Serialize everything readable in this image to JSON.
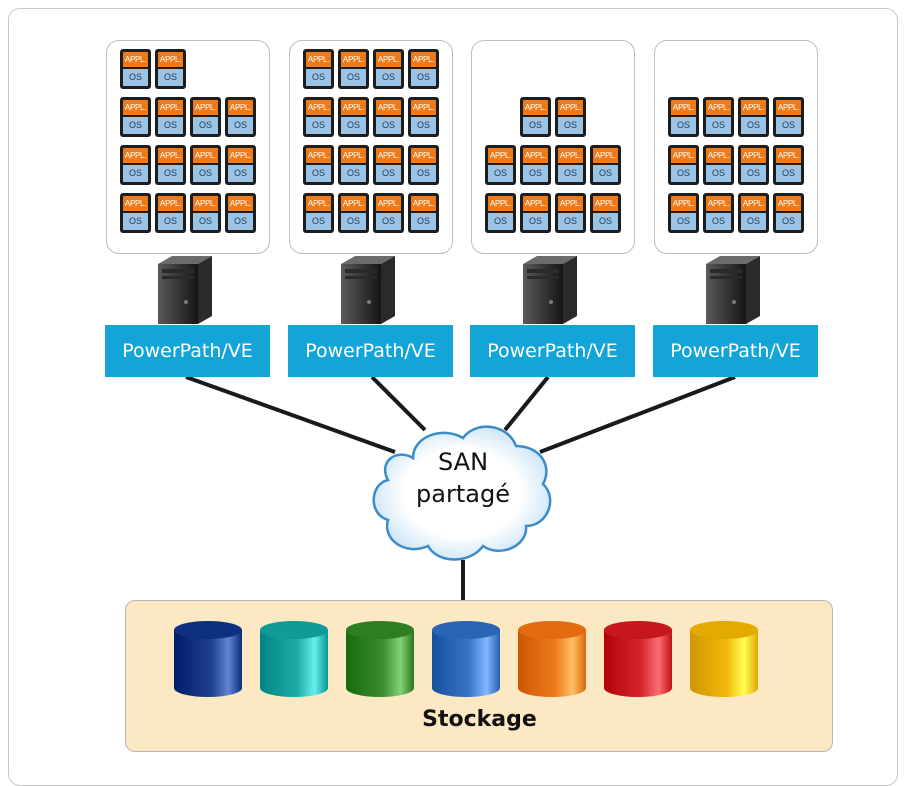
{
  "hosts": [
    {
      "label": "PowerPath/VE",
      "vm_count": 14
    },
    {
      "label": "PowerPath/VE",
      "vm_count": 16
    },
    {
      "label": "PowerPath/VE",
      "vm_count": 10
    },
    {
      "label": "PowerPath/VE",
      "vm_count": 12
    }
  ],
  "vm": {
    "app_label": "APPL.",
    "os_label": "OS"
  },
  "network": {
    "line1": "SAN",
    "line2": "partagé"
  },
  "storage": {
    "label": "Stockage",
    "disk_colors": [
      "#1e3f8f",
      "#1faaa8",
      "#3c8d2f",
      "#3a73c4",
      "#f07a1e",
      "#d6262d",
      "#f2b90c"
    ]
  },
  "colors": {
    "accent": "#13a4d8",
    "app": "#ef7a1a",
    "os": "#9bc3e6",
    "storage_bg": "#fde8c4"
  }
}
